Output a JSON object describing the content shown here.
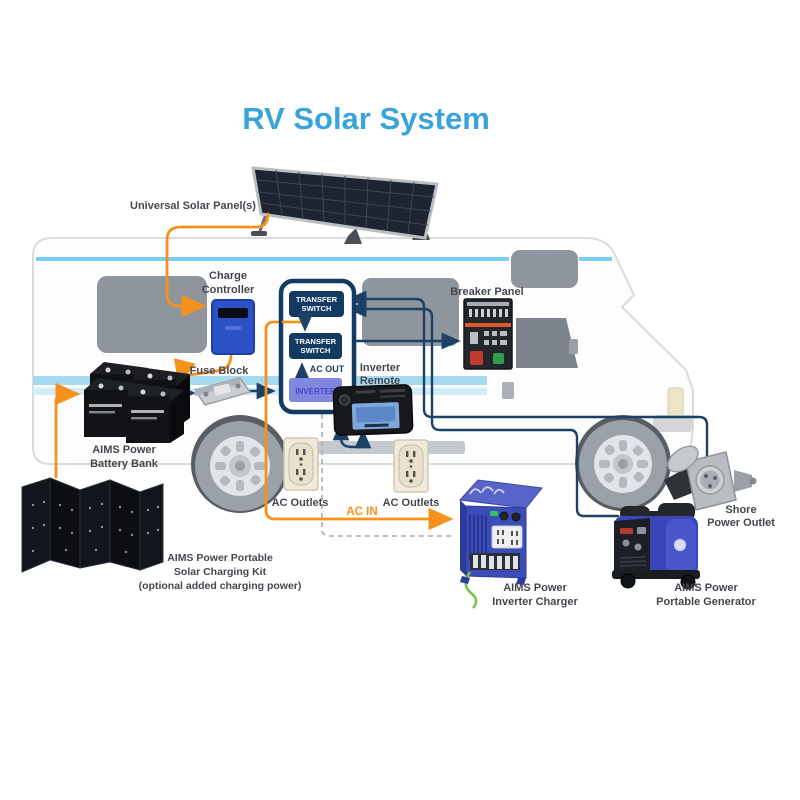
{
  "title": "RV Solar System",
  "colors": {
    "title_blue": "#3aa3db",
    "wire_orange": "#f5921e",
    "wire_navy": "#1c4066",
    "container_navy": "#123a63",
    "inverter_box": "#8186de",
    "charge_controller_blue": "#2d52c7",
    "rv_stripe_blue": "#5bc0e8",
    "label_gray": "#46464e"
  },
  "labels": {
    "universal_solar_panel": "Universal Solar Panel(s)",
    "charge_controller_l1": "Charge",
    "charge_controller_l2": "Controller",
    "fuse_block": "Fuse Block",
    "battery_l1": "AIMS Power",
    "battery_l2": "Battery Bank",
    "solar_kit_l1": "AIMS Power Portable",
    "solar_kit_l2": "Solar Charging Kit",
    "solar_kit_l3": "(optional added charging power)",
    "ts1_l1": "TRANSFER",
    "ts1_l2": "SWITCH",
    "ts2_l1": "TRANSFER",
    "ts2_l2": "SWITCH",
    "ac_out": "AC OUT",
    "inverter": "INVERTER",
    "breaker_panel": "Breaker Panel",
    "remote_l1": "Inverter",
    "remote_l2": "Remote",
    "ac_outlets_left": "AC Outlets",
    "ac_outlets_right": "AC Outlets",
    "ac_in": "AC IN",
    "inverter_charger_l1": "AIMS Power",
    "inverter_charger_l2": "Inverter Charger",
    "generator_l1": "AIMS Power",
    "generator_l2": "Portable Generator",
    "shore_l1": "Shore",
    "shore_l2": "Power Outlet"
  }
}
